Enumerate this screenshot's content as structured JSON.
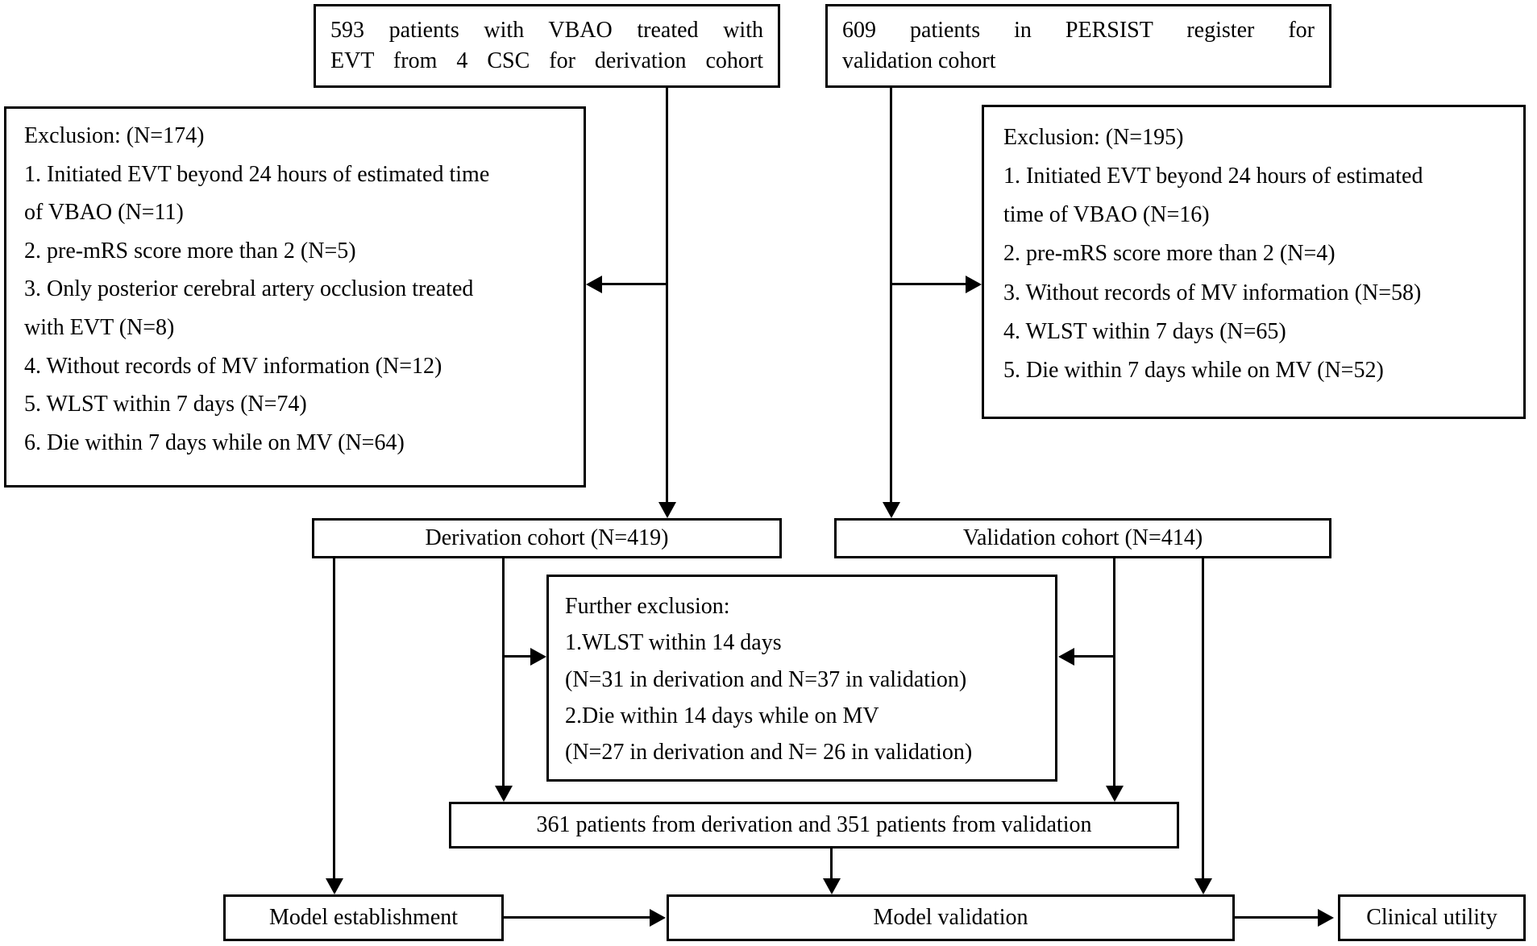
{
  "figure": {
    "colors": {
      "background": "#ffffff",
      "line": "#000000",
      "text": "#000000"
    },
    "top": {
      "derivation": {
        "lines": [
          "593 patients with VBAO treated with",
          "EVT from 4 CSC for derivation cohort"
        ]
      },
      "validation": {
        "lines": [
          "609 patients in PERSIST register for",
          "validation cohort"
        ]
      }
    },
    "exclusion": {
      "derivation": {
        "lines": [
          "Exclusion: (N=174)",
          "1. Initiated EVT beyond 24 hours of estimated time",
          "of VBAO (N=11)",
          "2. pre-mRS score more than 2 (N=5)",
          "3. Only posterior cerebral artery occlusion treated",
          "with EVT (N=8)",
          "4. Without records of MV information (N=12)",
          "5. WLST within 7 days (N=74)",
          "6. Die within 7 days while on MV (N=64)"
        ]
      },
      "validation": {
        "lines": [
          "Exclusion: (N=195)",
          "1. Initiated EVT beyond 24 hours of estimated",
          "time of VBAO (N=16)",
          "2. pre-mRS score more than 2 (N=4)",
          "3. Without records of MV information (N=58)",
          "4. WLST within 7 days (N=65)",
          "5. Die within 7 days while on MV (N=52)"
        ]
      }
    },
    "cohort": {
      "derivation": "Derivation cohort (N=419)",
      "validation": "Validation cohort (N=414)"
    },
    "further_exclusion": {
      "lines": [
        "Further exclusion:",
        "1.WLST within 14 days",
        "(N=31 in derivation and N=37 in validation)",
        "2.Die within 14 days while on MV",
        "(N=27 in derivation and N= 26 in validation)"
      ]
    },
    "combined": "361 patients from derivation and 351 patients from validation",
    "bottom": {
      "model_establishment": "Model establishment",
      "model_validation": "Model validation",
      "clinical_utility": "Clinical utility"
    }
  }
}
